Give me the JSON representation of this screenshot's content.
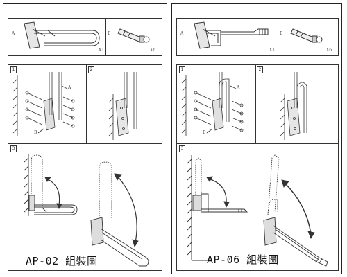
{
  "left_sheet": {
    "parts": [
      {
        "letter": "A",
        "qty": "X1"
      },
      {
        "letter": "B",
        "qty": "X6"
      }
    ],
    "steps": [
      "1",
      "2",
      "3"
    ],
    "callouts": [
      "A",
      "B"
    ],
    "title": "AP-02 組裝圖"
  },
  "right_sheet": {
    "parts": [
      {
        "letter": "A",
        "qty": "X1"
      },
      {
        "letter": "B",
        "qty": "X6"
      }
    ],
    "steps": [
      "1",
      "2",
      "3"
    ],
    "callouts": [
      "A",
      "B"
    ],
    "title": "AP-06 組裝圖"
  }
}
